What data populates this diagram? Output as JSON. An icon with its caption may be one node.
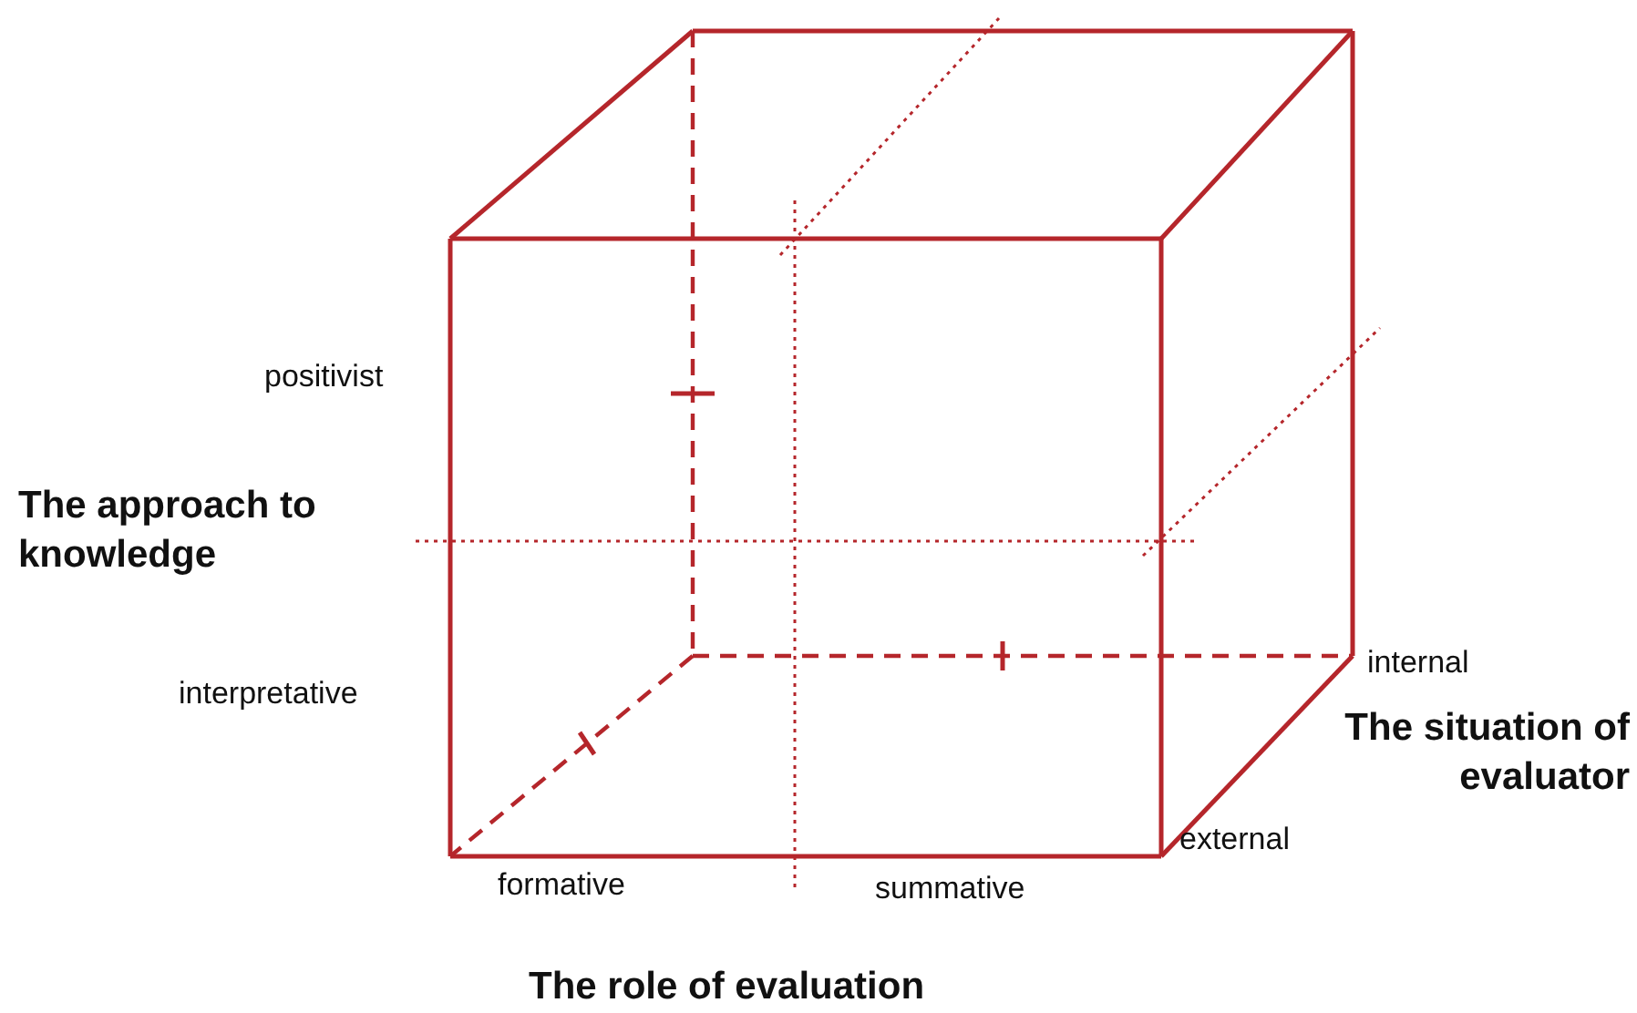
{
  "diagram": {
    "labels": [
      "positivist",
      "The approach to knowledge",
      "internal",
      "interpretative",
      "The situation of evaluator",
      "external",
      "formative",
      "summative",
      "The role of evaluation"
    ]
  }
}
